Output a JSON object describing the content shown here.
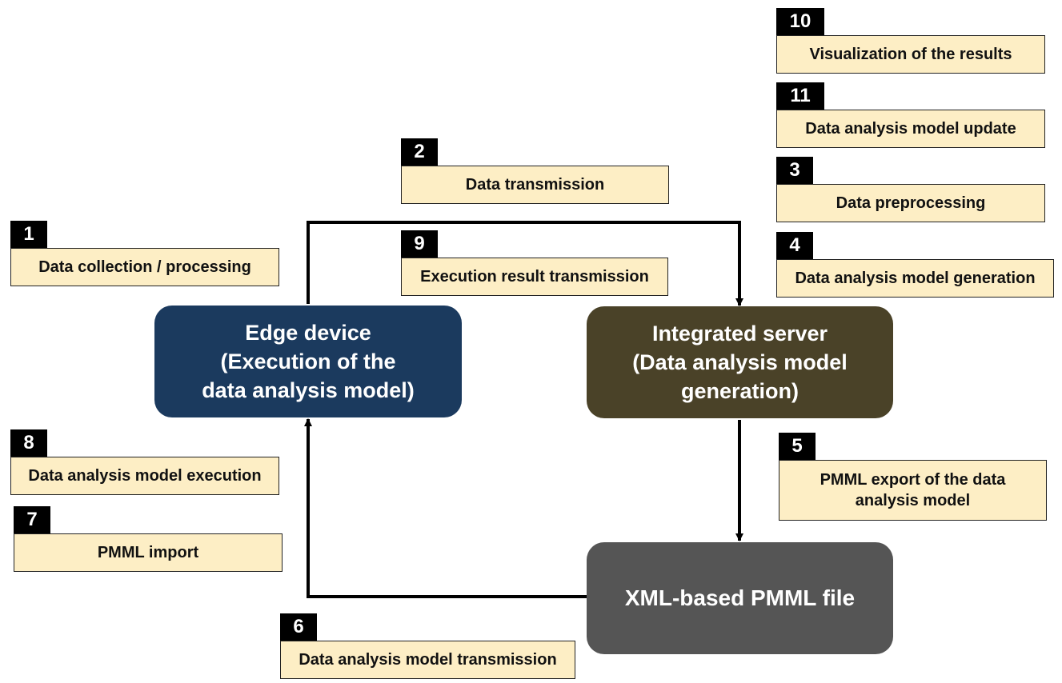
{
  "nodes": {
    "edge": "Edge device\n(Execution of the\ndata analysis model)",
    "server": "Integrated server\n(Data analysis model\ngeneration)",
    "pmml": "XML-based PMML file"
  },
  "steps": [
    {
      "num": "1",
      "label": "Data collection / processing"
    },
    {
      "num": "2",
      "label": "Data transmission"
    },
    {
      "num": "3",
      "label": "Data preprocessing"
    },
    {
      "num": "4",
      "label": "Data analysis model generation"
    },
    {
      "num": "5",
      "label": "PMML export of the data analysis model"
    },
    {
      "num": "6",
      "label": "Data analysis model transmission"
    },
    {
      "num": "7",
      "label": "PMML import"
    },
    {
      "num": "8",
      "label": "Data analysis model execution"
    },
    {
      "num": "9",
      "label": "Execution result transmission"
    },
    {
      "num": "10",
      "label": "Visualization of the results"
    },
    {
      "num": "11",
      "label": "Data analysis model update"
    }
  ],
  "colors": {
    "edge": "#1b3a5e",
    "server": "#4a4228",
    "pmml": "#555555",
    "label_bg": "#fdeec5"
  }
}
